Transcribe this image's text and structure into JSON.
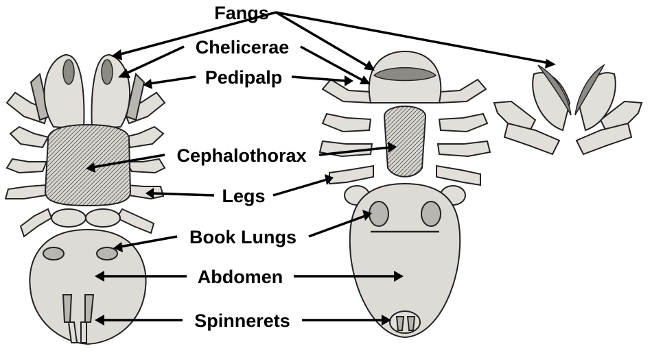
{
  "labels": {
    "fangs": "Fangs",
    "chelicerae": "Chelicerae",
    "pedipalp": "Pedipalp",
    "cephalothorax": "Cephalothorax",
    "legs": "Legs",
    "book_lungs": "Book Lungs",
    "abdomen": "Abdomen",
    "spinnerets": "Spinnerets"
  },
  "colors": {
    "body_fill": "#dedad6",
    "outline": "#222222",
    "label_text": "#000000",
    "background": "#ffffff"
  }
}
